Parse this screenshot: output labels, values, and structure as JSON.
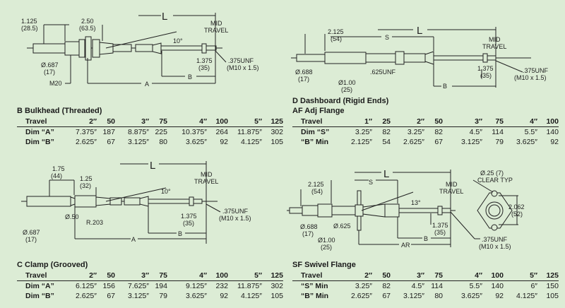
{
  "diagrams": {
    "bulkhead": {
      "L": "L",
      "d1": "1.125",
      "d1mm": "(28.5)",
      "d2": "2.50",
      "d2mm": "(63.5)",
      "mid1": "MID",
      "mid2": "TRAVEL",
      "angle": "10°",
      "dia": "Ø.687",
      "diamm": "(17)",
      "m20": "M20",
      "d3": "1.375",
      "d3mm": "(35)",
      "unf": ".375UNF",
      "unfmm": "(M10 x 1.5)",
      "B": "B",
      "A": "A"
    },
    "dashboard": {
      "L": "L",
      "d1": "2.125",
      "d1mm": "(54)",
      "S": "S",
      "mid1": "MID",
      "mid2": "TRAVEL",
      "dia": "Ø.688",
      "diamm": "(17)",
      "unf625": ".625UNF",
      "dia2": "Ø1.00",
      "dia2mm": "(25)",
      "d3": "1.375",
      "d3mm": "(35)",
      "unf": ".375UNF",
      "unfmm": "(M10 x 1.5)",
      "B": "B"
    },
    "clamp": {
      "L": "L",
      "d1": "1.75",
      "d1mm": "(44)",
      "d2": "1.25",
      "d2mm": "(32)",
      "mid1": "MID",
      "mid2": "TRAVEL",
      "angle": "10°",
      "dia50": "Ø.50",
      "r": "R.203",
      "dia": "Ø.687",
      "diamm": "(17)",
      "d3": "1.375",
      "d3mm": "(35)",
      "unf": ".375UNF",
      "unfmm": "(M10 x 1.5)",
      "B": "B",
      "A": "A"
    },
    "swivel": {
      "L": "L",
      "hole": "Ø.25 (7)",
      "clear": "CLEAR TYP",
      "d1": "2.125",
      "d1mm": "(54)",
      "S": "S",
      "mid1": "MID",
      "mid2": "TRAVEL",
      "angle": "13°",
      "d4": "2.062",
      "d4mm": "(52)",
      "dia": "Ø.688",
      "diamm": "(17)",
      "dia625": "Ø.625",
      "dia2": "Ø1.00",
      "dia2mm": "(25)",
      "d3": "1.375",
      "d3mm": "(35)",
      "B": "B",
      "unf": ".375UNF",
      "unfmm": "(M10 x 1.5)",
      "AR": "AR"
    }
  },
  "tables": {
    "bulkhead": {
      "title": "B Bulkhead (Threaded)",
      "rows": [
        [
          "Travel",
          "2″",
          "50",
          "3″",
          "75",
          "4″",
          "100",
          "5″",
          "125"
        ],
        [
          "Dim “A”",
          "7.375″",
          "187",
          "8.875″",
          "225",
          "10.375″",
          "264",
          "11.875″",
          "302"
        ],
        [
          "Dim “B”",
          "2.625″",
          "67",
          "3.125″",
          "80",
          "3.625″",
          "92",
          "4.125″",
          "105"
        ]
      ]
    },
    "dashboard": {
      "title": "D Dashboard (Rigid Ends)",
      "subtitle": "AF Adj Flange",
      "rows": [
        [
          "Travel",
          "1″",
          "25",
          "2″",
          "50",
          "3″",
          "75",
          "4″",
          "100"
        ],
        [
          "Dim “S”",
          "3.25″",
          "82",
          "3.25″",
          "82",
          "4.5″",
          "114",
          "5.5″",
          "140"
        ],
        [
          "“B” Min",
          "2.125″",
          "54",
          "2.625″",
          "67",
          "3.125″",
          "79",
          "3.625″",
          "92"
        ]
      ]
    },
    "clamp": {
      "title": "C Clamp (Grooved)",
      "rows": [
        [
          "Travel",
          "2″",
          "50",
          "3″",
          "75",
          "4″",
          "100",
          "5″",
          "125"
        ],
        [
          "Dim “A”",
          "6.125″",
          "156",
          "7.625″",
          "194",
          "9.125″",
          "232",
          "11.875″",
          "302"
        ],
        [
          "Dim “B”",
          "2.625″",
          "67",
          "3.125″",
          "79",
          "3.625″",
          "92",
          "4.125″",
          "105"
        ]
      ]
    },
    "swivel": {
      "title": "SF Swivel Flange",
      "rows": [
        [
          "Travel",
          "2″",
          "50",
          "3″",
          "75",
          "4″",
          "100",
          "5″",
          "125"
        ],
        [
          "“S” Min",
          "3.25″",
          "82",
          "4.5″",
          "114",
          "5.5″",
          "140",
          "6″",
          "150"
        ],
        [
          "“B” Min",
          "2.625″",
          "67",
          "3.125″",
          "80",
          "3.625″",
          "92",
          "4.125″",
          "105"
        ]
      ]
    }
  }
}
